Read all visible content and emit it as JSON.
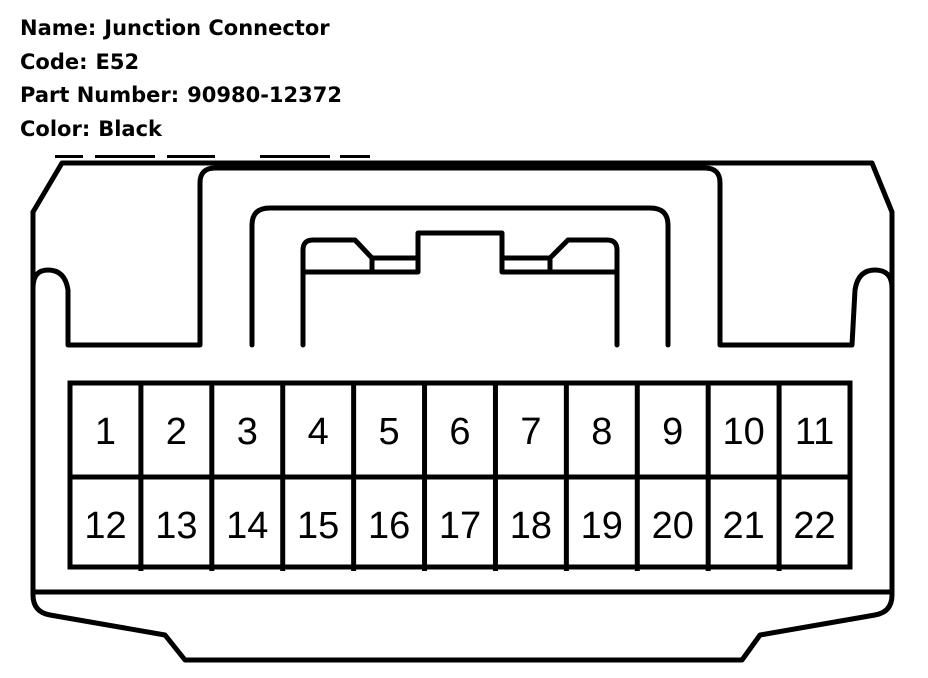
{
  "info": {
    "name_label": "Name:",
    "name_value": "Junction Connector",
    "code_label": "Code:",
    "code_value": "E52",
    "part_label": "Part Number:",
    "part_value": "90980-12372",
    "color_label": "Color:",
    "color_value": "Black"
  },
  "connector": {
    "rows": [
      [
        "1",
        "2",
        "3",
        "4",
        "5",
        "6",
        "7",
        "8",
        "9",
        "10",
        "11"
      ],
      [
        "12",
        "13",
        "14",
        "15",
        "16",
        "17",
        "18",
        "19",
        "20",
        "21",
        "22"
      ]
    ]
  }
}
